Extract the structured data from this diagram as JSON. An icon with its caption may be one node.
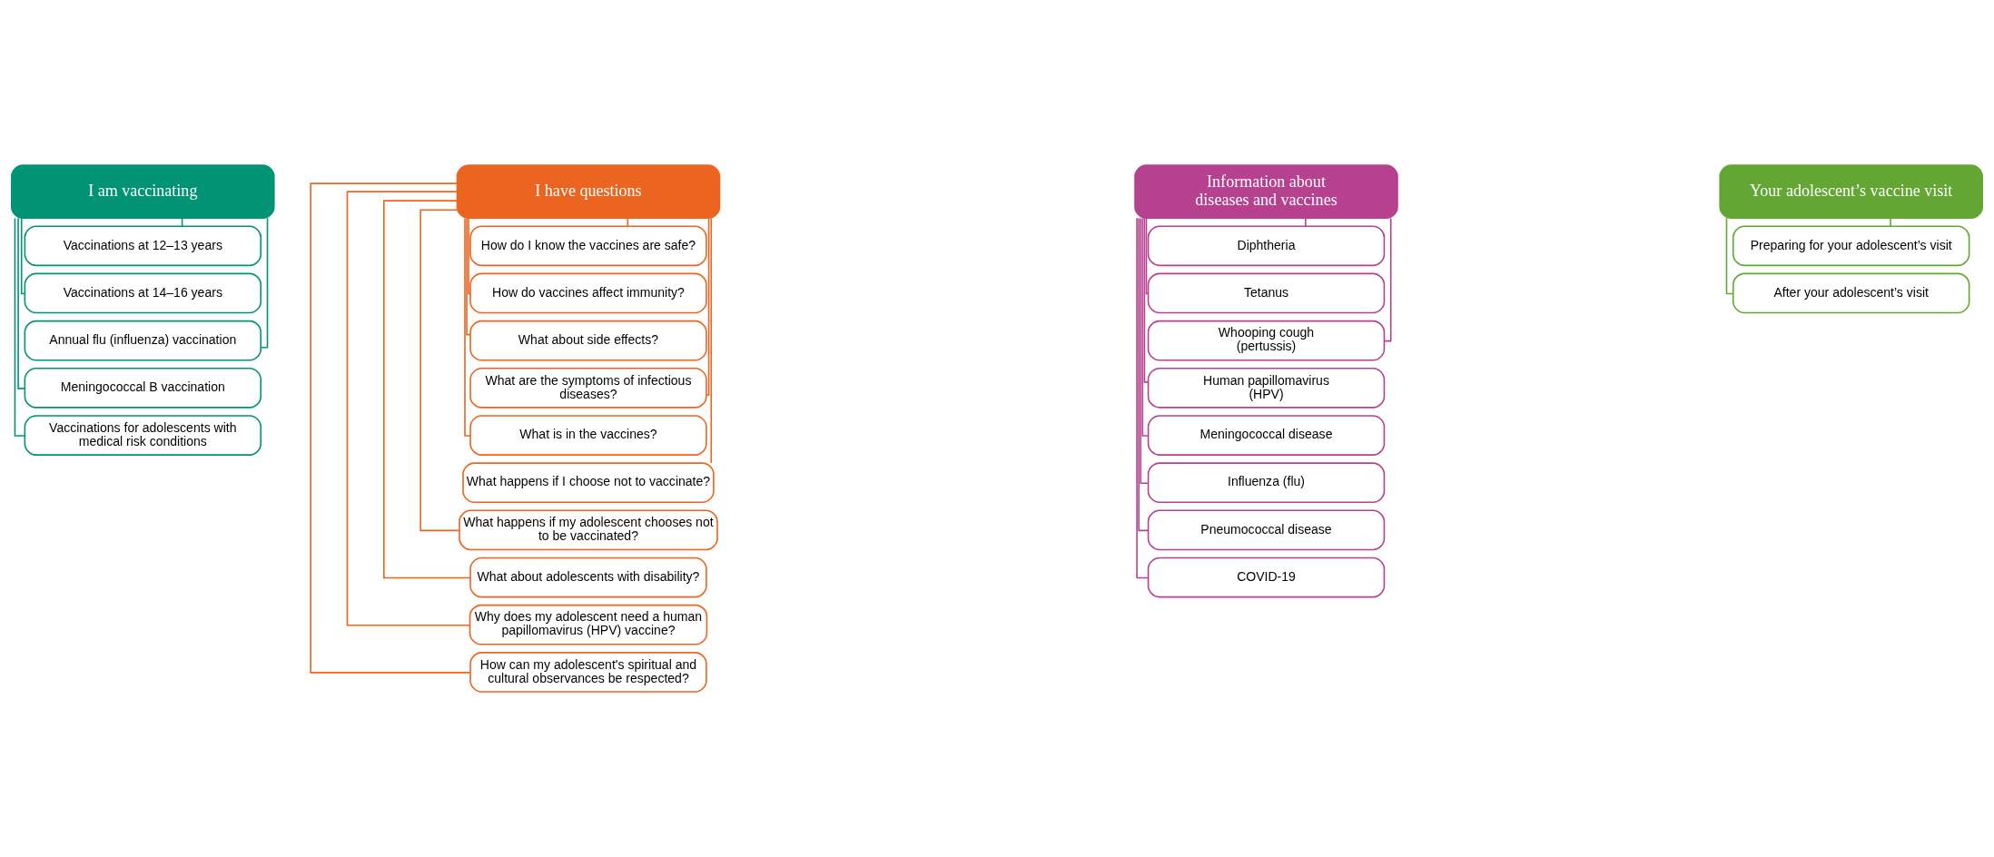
{
  "diagram": {
    "nodes": [
      {
        "text": [
          "I am vaccinating"
        ]
      },
      {
        "text": [
          "Vaccinations at 12–13 years"
        ]
      },
      {
        "text": [
          "Vaccinations at 14–16 years"
        ]
      },
      {
        "text": [
          "Annual flu (influenza) vaccination"
        ]
      },
      {
        "text": [
          "Meningococcal B vaccination"
        ]
      },
      {
        "text": [
          "Vaccinations for adolescents with medical risk conditions"
        ]
      },
      {
        "text": [
          "I have questions"
        ]
      },
      {
        "text": [
          "How do I know the vaccines are safe?"
        ]
      },
      {
        "text": [
          "How do vaccines affect immunity?"
        ]
      },
      {
        "text": [
          "What about side effects?"
        ]
      },
      {
        "text": [
          "What are the symptoms of infectious diseases?"
        ]
      },
      {
        "text": [
          "What is in the vaccines?"
        ]
      },
      {
        "text": [
          "What happens if I choose not to vaccinate?"
        ]
      },
      {
        "text": [
          "What happens if my adolescent chooses not to be vaccinated?"
        ]
      },
      {
        "text": [
          "What about adolescents with disability?"
        ]
      },
      {
        "text": [
          "Why does my adolescent need a human papillomavirus (HPV) vaccine?"
        ]
      },
      {
        "text": [
          "How can my adolescent's spiritual and cultural observances be respected?"
        ]
      },
      {
        "text": [
          "Information about diseases and vaccines"
        ]
      },
      {
        "text": [
          "Diphtheria"
        ]
      },
      {
        "text": [
          "Tetanus"
        ]
      },
      {
        "text": [
          "Whooping cough (pertussis)"
        ]
      },
      {
        "text": [
          "Human papillomavirus (HPV)"
        ]
      },
      {
        "text": [
          "Meningococcal disease"
        ]
      },
      {
        "text": [
          "Influenza (flu)"
        ]
      },
      {
        "text": [
          "Pneumococcal disease"
        ]
      },
      {
        "text": [
          "COVID-19"
        ]
      },
      {
        "text": [
          "Your adolescent’s vaccine visit"
        ]
      },
      {
        "text": [
          "Preparing for your adolescent’s visit"
        ]
      },
      {
        "text": [
          "After your adolescent’s visit"
        ]
      }
    ],
    "edges": [
      {
        "from": 0,
        "to": 1,
        "arrow": "none",
        "color": "#009474"
      },
      {
        "from": 0,
        "to": 2,
        "arrow": "none",
        "color": "#009474"
      },
      {
        "from": 0,
        "to": 3,
        "arrow": "none",
        "color": "#009474"
      },
      {
        "from": 0,
        "to": 4,
        "arrow": "none",
        "color": "#009474"
      },
      {
        "from": 0,
        "to": 5,
        "arrow": "none",
        "color": "#009474"
      },
      {
        "from": 6,
        "to": 7,
        "arrow": "none"
      },
      {
        "from": 6,
        "to": 8,
        "arrow": "none"
      },
      {
        "from": 6,
        "to": 9,
        "arrow": "none"
      },
      {
        "from": 6,
        "to": 10,
        "arrow": "none"
      },
      {
        "from": 6,
        "to": 11,
        "arrow": "none"
      },
      {
        "from": 6,
        "to": 12,
        "arrow": "none"
      },
      {
        "from": 6,
        "to": 13,
        "arrow": "none"
      },
      {
        "from": 6,
        "to": 14,
        "arrow": "none"
      },
      {
        "from": 6,
        "to": 15,
        "arrow": "none"
      },
      {
        "from": 6,
        "to": 16,
        "arrow": "none"
      },
      {
        "from": 17,
        "to": 18,
        "arrow": "none",
        "color": "#b5418f"
      },
      {
        "from": 17,
        "to": 19,
        "arrow": "none",
        "color": "#b5418f"
      },
      {
        "from": 17,
        "to": 20,
        "arrow": "none",
        "color": "#b5418f"
      },
      {
        "from": 17,
        "to": 21,
        "arrow": "none",
        "color": "#b5418f"
      },
      {
        "from": 17,
        "to": 22,
        "arrow": "none",
        "color": "#b5418f"
      },
      {
        "from": 17,
        "to": 23,
        "arrow": "none",
        "color": "#b5418f"
      },
      {
        "from": 17,
        "to": 24,
        "arrow": "none",
        "color": "#b5418f"
      },
      {
        "from": 17,
        "to": 25,
        "arrow": "none",
        "color": "#b5418f"
      },
      {
        "from": 26,
        "to": 27,
        "arrow": "none",
        "color": "#64a633"
      },
      {
        "from": 26,
        "to": 28,
        "arrow": "none",
        "color": "#64a633"
      }
    ]
  }
}
